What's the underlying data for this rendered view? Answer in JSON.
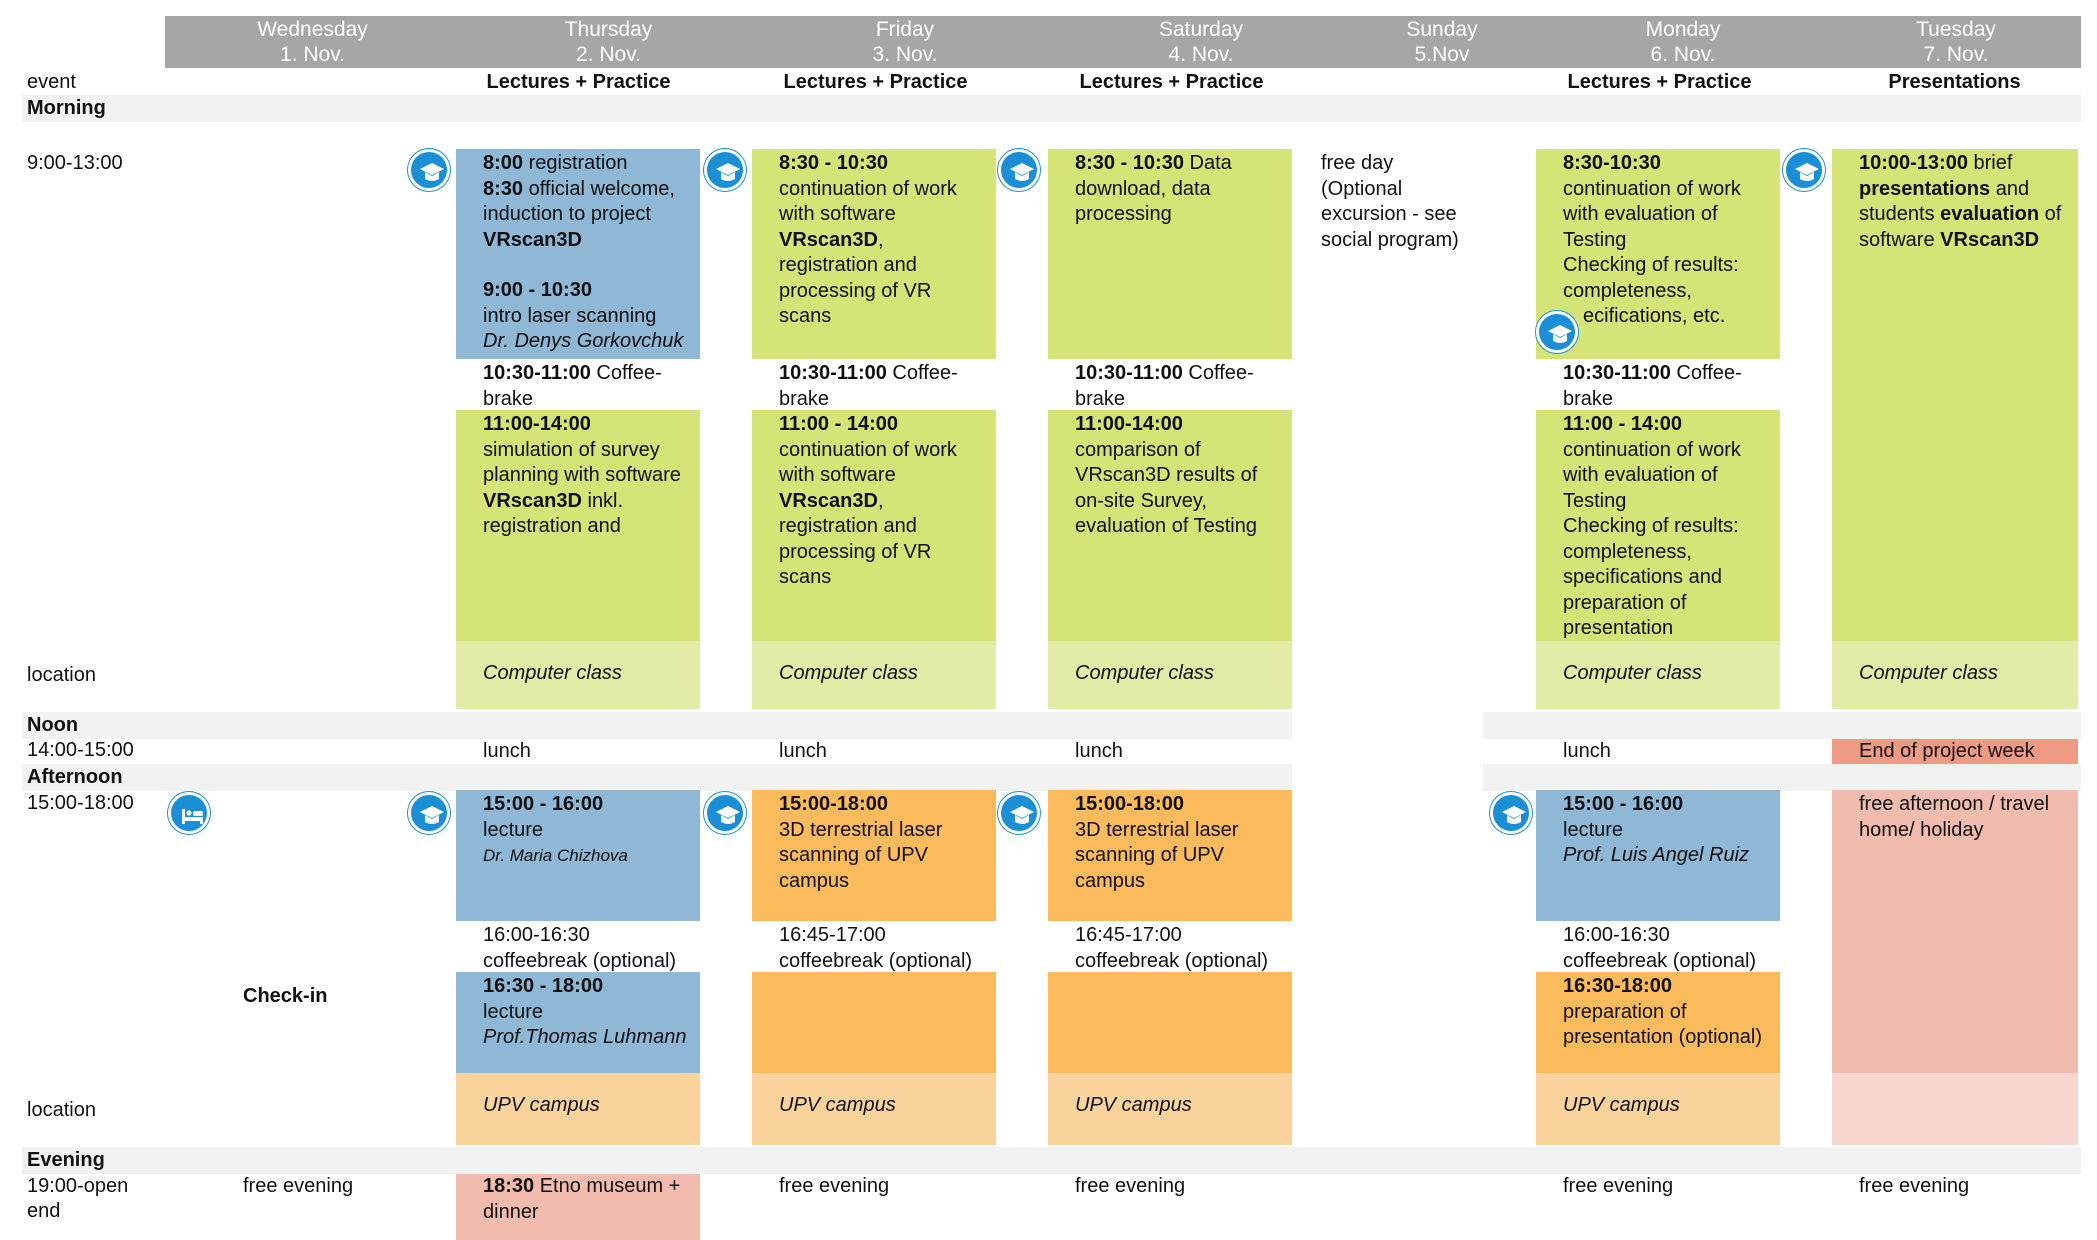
{
  "days": [
    {
      "name": "Wednesday",
      "date": "1. Nov."
    },
    {
      "name": "Thursday",
      "date": "2. Nov."
    },
    {
      "name": "Friday",
      "date": "3. Nov."
    },
    {
      "name": "Saturday",
      "date": "4. Nov."
    },
    {
      "name": "Sunday",
      "date": "5.Nov"
    },
    {
      "name": "Monday",
      "date": "6. Nov."
    },
    {
      "name": "Tuesday",
      "date": "7. Nov."
    }
  ],
  "row_labels": {
    "event": "event",
    "morning": "Morning",
    "morning_time": "9:00-13:00",
    "location": "location",
    "noon": "Noon",
    "noon_time": "14:00-15:00",
    "afternoon": "Afternoon",
    "afternoon_time": "15:00-18:00",
    "location2": "location",
    "evening": "Evening",
    "evening_time_1": "19:00-open",
    "evening_time_2": "end"
  },
  "events": {
    "thu": "Lectures + Practice",
    "fri": "Lectures + Practice",
    "sat": "Lectures + Practice",
    "mon": "Lectures + Practice",
    "tue": "Presentations"
  },
  "morning": {
    "thu": {
      "l1_b": "8:00",
      "l1": " registration",
      "l2_b": "8:30",
      "l2": " official welcome,",
      "l3": "induction to project",
      "l4_b": "VRscan3D",
      "l5_b": "9:00 - 10:30",
      "l6": "intro laser scanning",
      "l7": "Dr. Denys Gorkovchuk",
      "coffee_b": "10:30-11:00",
      "coffee": " Coffee-",
      "coffee2": "brake",
      "b_time": "11:00-14:00",
      "b1": "simulation of survey",
      "b2": "planning with software",
      "b3_b": "VRscan3D",
      "b3": " inkl.",
      "b4": "registration and"
    },
    "fri": {
      "t": "8:30 - 10:30",
      "l1": "continuation of work",
      "l2": "with software",
      "l3_b": "VRscan3D",
      "l3": ",",
      "l4": "registration and",
      "l5": "processing of VR",
      "l6": "scans",
      "coffee_b": "10:30-11:00",
      "coffee": " Coffee-",
      "coffee2": "brake",
      "b_time": "11:00 - 14:00",
      "b1": "continuation of work",
      "b2": "with software",
      "b3_b": "VRscan3D",
      "b3": ",",
      "b4": "registration and",
      "b5": "processing of VR",
      "b6": "scans"
    },
    "sat": {
      "t": "8:30 - 10:30",
      "l1": " Data",
      "l2": "download, data",
      "l3": "processing",
      "coffee_b": "10:30-11:00",
      "coffee": " Coffee-",
      "coffee2": "brake",
      "b_time": "11:00-14:00",
      "b1": "comparison of",
      "b2": "VRscan3D results of",
      "b3": "on-site Survey,",
      "b4": "evaluation of Testing"
    },
    "sun": {
      "l1": "free day",
      "l2": "(Optional",
      "l3": "excursion - see",
      "l4": "social program)"
    },
    "mon": {
      "t": "8:30-10:30",
      "l1": "continuation of work",
      "l2": "with evaluation of",
      "l3": "Testing",
      "l4": "Checking of results:",
      "l5": "completeness,",
      "l6": "ecifications, etc.",
      "coffee_b": "10:30-11:00",
      "coffee": " Coffee-",
      "coffee2": "brake",
      "b_time": "11:00 - 14:00",
      "b1": "continuation of work",
      "b2": "with evaluation of",
      "b3": "Testing",
      "b4": "Checking of results:",
      "b5": "completeness,",
      "b6": "specifications and",
      "b7": "preparation of",
      "b8": "presentation"
    },
    "tue": {
      "t": "10:00-13:00",
      "l1": " brief",
      "l2_b": "presentations",
      "l2": " and",
      "l3": "students ",
      "l3_b": "evaluation",
      "l3b": " of",
      "l4": "software ",
      "l4_b": "VRscan3D"
    }
  },
  "locations_morning": {
    "thu": "Computer class",
    "fri": "Computer class",
    "sat": "Computer class",
    "mon": "Computer class",
    "tue": "Computer class"
  },
  "noon": {
    "thu": "lunch",
    "fri": "lunch",
    "sat": "lunch",
    "mon": "lunch",
    "tue": "End of project week"
  },
  "afternoon": {
    "wed": "Check-in",
    "thu": {
      "t": "15:00 - 16:00",
      "l1": "lecture",
      "l2": "Dr. Maria Chizhova",
      "c1": "16:00-16:30",
      "c2": "coffeebreak (optional)",
      "t2": "16:30 - 18:00",
      "l3": "lecture",
      "l4": "Prof.Thomas Luhmann"
    },
    "fri": {
      "t": "15:00-18:00",
      "l1": "3D terrestrial laser",
      "l2": "scanning of UPV",
      "l3": "campus",
      "c1": "16:45-17:00",
      "c2": "coffeebreak (optional)"
    },
    "sat": {
      "t": "15:00-18:00",
      "l1": "3D terrestrial laser",
      "l2": "scanning of UPV",
      "l3": "campus",
      "c1": "16:45-17:00",
      "c2": "coffeebreak (optional)"
    },
    "mon": {
      "t": "15:00 - 16:00",
      "l1": "lecture",
      "l2": "Prof. Luis Angel Ruiz",
      "c1": "16:00-16:30",
      "c2": "coffeebreak (optional)",
      "t2": "16:30-18:00",
      "l3": "preparation of",
      "l4": "presentation (optional)"
    },
    "tue": {
      "l1": "free afternoon / travel",
      "l2": "home/ holiday"
    }
  },
  "locations_afternoon": {
    "thu": "UPV campus",
    "fri": "UPV campus",
    "sat": "UPV campus",
    "mon": "UPV campus"
  },
  "evening": {
    "wed": "free evening",
    "thu_b": "18:30",
    "thu": " Etno museum +",
    "thu2": "dinner",
    "fri": "free evening",
    "sat": "free evening",
    "mon": "free evening",
    "tue": "free evening"
  },
  "icons": {
    "lecture": "graduation-cap-icon",
    "hotel": "bed-icon"
  },
  "colors": {
    "header": "#a6a6a6",
    "lecture": "#8fb8d6",
    "practice": "#d6e376",
    "fieldwork": "#fbba5c",
    "free": "#f1bcae",
    "icon": "#1b8fd6"
  }
}
